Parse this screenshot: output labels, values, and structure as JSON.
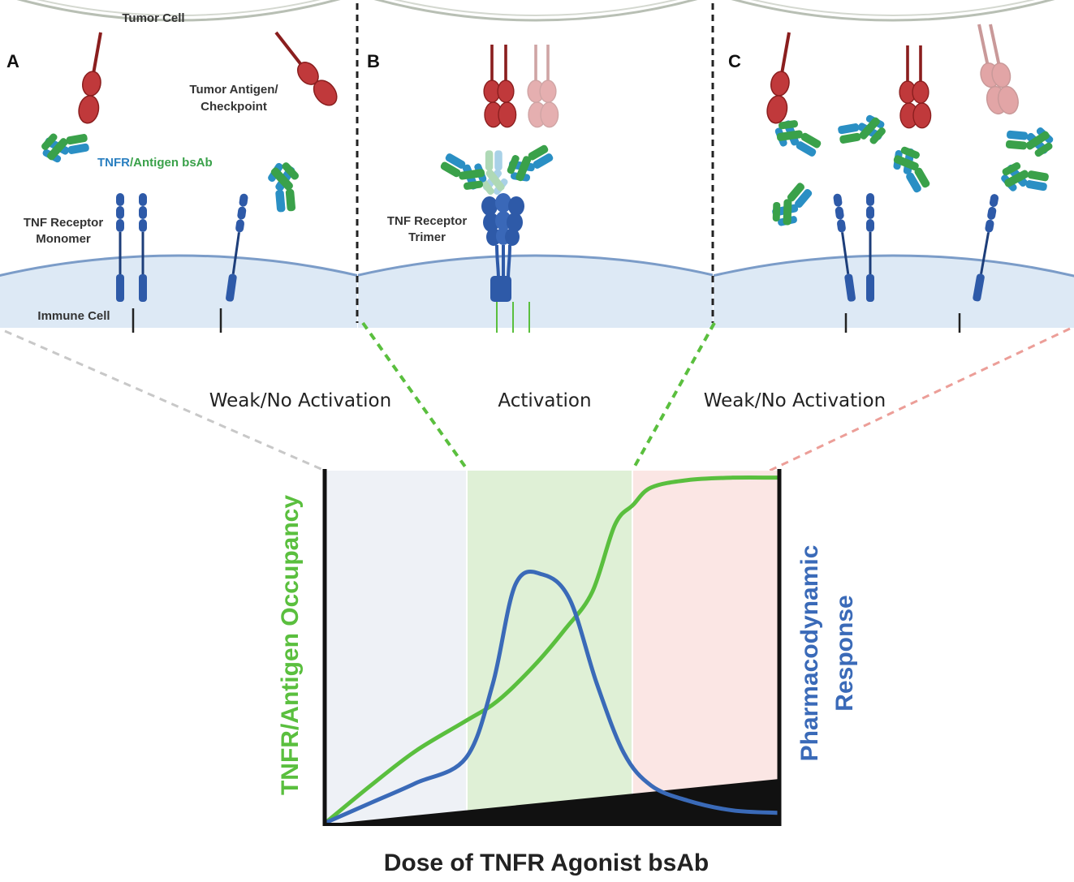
{
  "panels": [
    {
      "letter": "A",
      "outcome": "Weak/No Activation"
    },
    {
      "letter": "B",
      "outcome": "Activation"
    },
    {
      "letter": "C",
      "outcome": "Weak/No Activation"
    }
  ],
  "labels": {
    "tumor_cell": "Tumor Cell",
    "tumor_antigen_line1": "Tumor Antigen/",
    "tumor_antigen_line2": "Checkpoint",
    "bsab_tnfr": "TNFR",
    "bsab_rest": "/Antigen bsAb",
    "tnf_monomer_line1": "TNF Receptor",
    "tnf_monomer_line2": "Monomer",
    "tnf_trimer_line1": "TNF Receptor",
    "tnf_trimer_line2": "Trimer",
    "immune_cell": "Immune Cell"
  },
  "colors": {
    "tumor_red": "#c0393b",
    "antibody_green": "#3aa14a",
    "antibody_blue": "#2a8fc4",
    "receptor_blue": "#2e5aa8",
    "occupancy_curve": "#5abf3e",
    "response_curve": "#3a6ab8",
    "zone_low": "#eef1f6",
    "zone_optimal": "#dff0d6",
    "zone_high": "#fbe6e4"
  },
  "chart_data": {
    "type": "line",
    "title": "",
    "xlabel": "Dose of TNFR Agonist bsAb",
    "ylabel_left": "TNFR/Antigen Occupancy",
    "ylabel_right": "Pharmacodynamic Response",
    "zones": [
      "A",
      "B",
      "C"
    ],
    "series": [
      {
        "name": "TNFR/Antigen Occupancy",
        "color": "#5abf3e",
        "x": [
          0,
          0.1,
          0.2,
          0.31,
          0.38,
          0.46,
          0.53,
          0.59,
          0.64,
          0.68,
          0.72,
          0.8,
          0.9,
          1.0
        ],
        "y": [
          0,
          0.15,
          0.29,
          0.41,
          0.49,
          0.63,
          0.78,
          0.93,
          1.2,
          1.28,
          1.35,
          1.38,
          1.39,
          1.39
        ]
      },
      {
        "name": "Pharmacodynamic Response",
        "color": "#3a6ab8",
        "x": [
          0,
          0.1,
          0.2,
          0.31,
          0.37,
          0.42,
          0.48,
          0.54,
          0.6,
          0.66,
          0.72,
          0.8,
          0.9,
          1.0
        ],
        "y": [
          0,
          0.08,
          0.16,
          0.26,
          0.56,
          0.96,
          1.0,
          0.9,
          0.56,
          0.28,
          0.15,
          0.09,
          0.05,
          0.04
        ]
      }
    ]
  }
}
